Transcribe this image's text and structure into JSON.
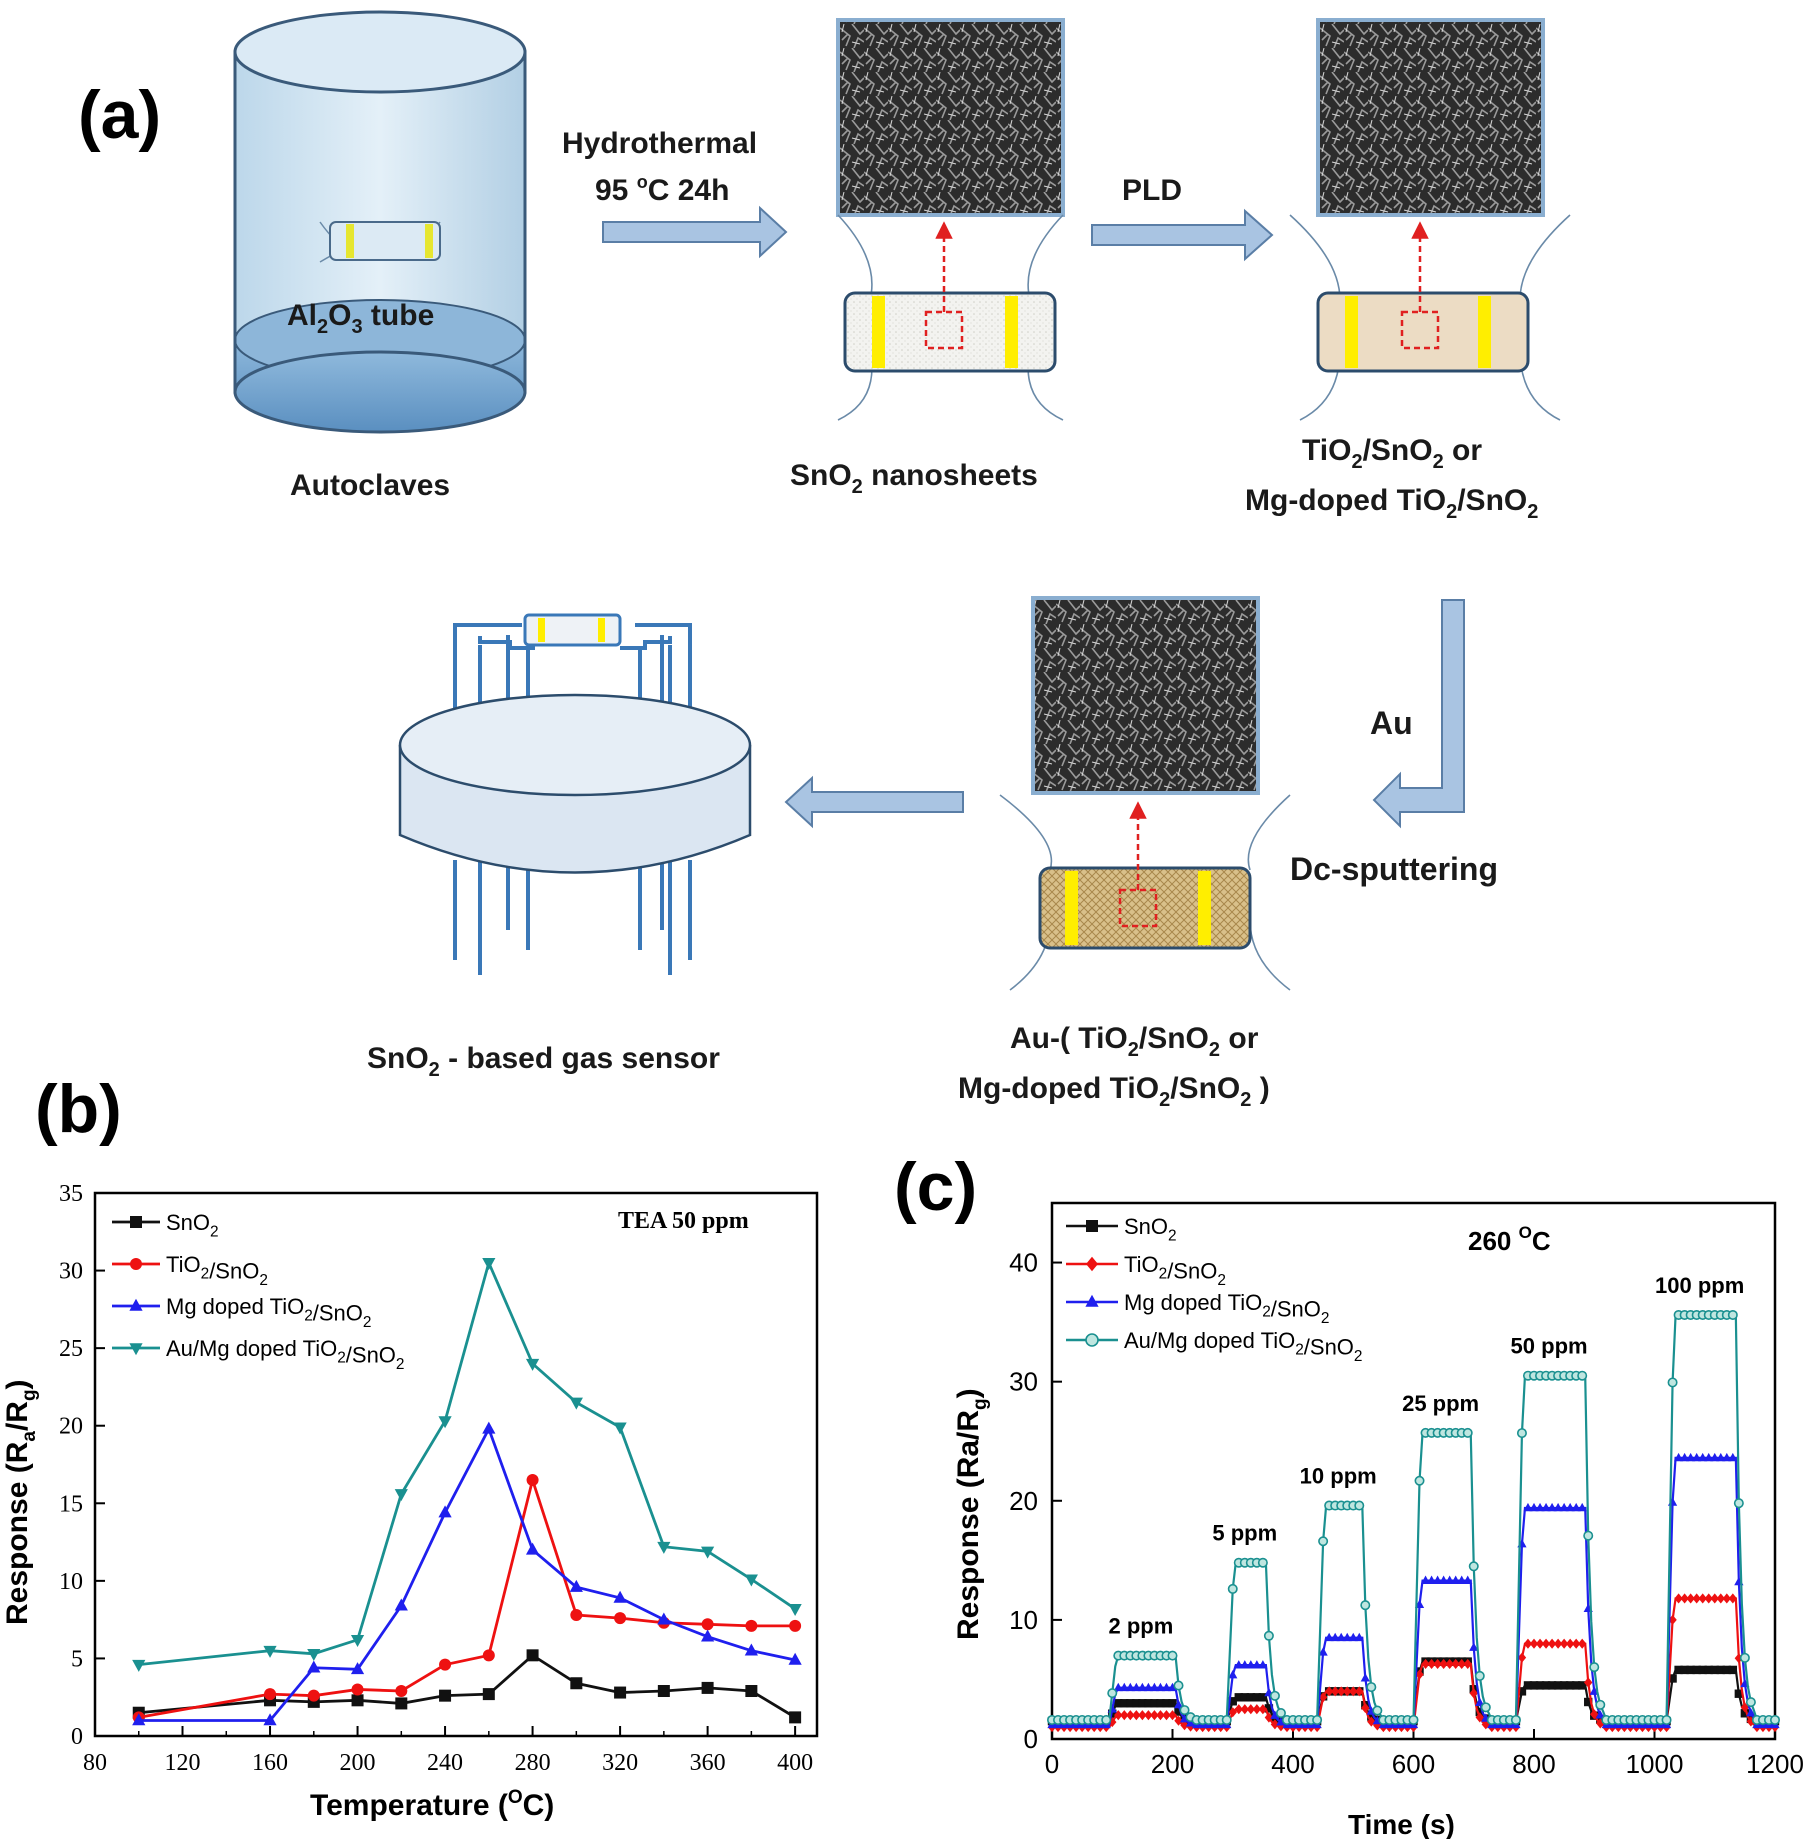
{
  "panel_a": {
    "label": "(a)",
    "autoclave_label": "Autoclaves",
    "tube_label_prefix": "Al",
    "tube_label_sub1": "2",
    "tube_label_mid": "O",
    "tube_label_sub2": "3",
    "tube_label_suffix": " tube",
    "step1_line1": "Hydrothermal",
    "step1_line2a": "95 ",
    "step1_line2_sup": "o",
    "step1_line2b": "C 24h",
    "step2": "PLD",
    "step3_top": "Au",
    "step3_bottom": "Dc-sputtering",
    "stage1": {
      "pre": "SnO",
      "sub": "2",
      "post": " nanosheets"
    },
    "stage2_line1": {
      "a": "TiO",
      "s1": "2",
      "b": "/SnO",
      "s2": "2",
      "c": "  or"
    },
    "stage2_line2": {
      "a": "Mg-doped TiO",
      "s1": "2",
      "b": "/SnO",
      "s2": "2"
    },
    "stage3_line1": {
      "a": "Au-( TiO",
      "s1": "2",
      "b": "/SnO",
      "s2": "2",
      "c": "  or"
    },
    "stage3_line2": {
      "a": "Mg-doped TiO",
      "s1": "2",
      "b": "/SnO",
      "s2": "2",
      "c": " )"
    },
    "sensor_label": {
      "pre": "SnO",
      "sub": "2",
      "post": " - based gas sensor"
    }
  },
  "chart_data": [
    {
      "panel": "(b)",
      "type": "line",
      "annotation": "TEA   50 ppm",
      "xlabel": "Temperature (°C)",
      "ylabel": "Response (Ra/Rg)",
      "xlim": [
        80,
        410
      ],
      "ylim": [
        0,
        35
      ],
      "xticks": [
        80,
        120,
        160,
        200,
        240,
        280,
        320,
        360,
        400
      ],
      "yticks": [
        0,
        5,
        10,
        15,
        20,
        25,
        30,
        35
      ],
      "legend_position": "top-left",
      "series": [
        {
          "name": "SnO2",
          "color": "#111111",
          "marker": "square",
          "x": [
            100,
            160,
            180,
            200,
            220,
            240,
            260,
            280,
            300,
            320,
            340,
            360,
            380,
            400
          ],
          "y": [
            1.5,
            2.3,
            2.2,
            2.3,
            2.1,
            2.6,
            2.7,
            5.2,
            3.4,
            2.8,
            2.9,
            3.1,
            2.9,
            1.2
          ]
        },
        {
          "name": "TiO2/SnO2",
          "color": "#ee1111",
          "marker": "circle",
          "x": [
            100,
            160,
            180,
            200,
            220,
            240,
            260,
            280,
            300,
            320,
            340,
            360,
            380,
            400
          ],
          "y": [
            1.2,
            2.7,
            2.6,
            3.0,
            2.9,
            4.6,
            5.2,
            16.5,
            7.8,
            7.6,
            7.3,
            7.2,
            7.1,
            7.1
          ]
        },
        {
          "name": "Mg doped TiO2/SnO2",
          "color": "#1f1fee",
          "marker": "triangle-up",
          "x": [
            100,
            160,
            180,
            200,
            220,
            240,
            260,
            280,
            300,
            320,
            340,
            360,
            380,
            400
          ],
          "y": [
            1.0,
            1.0,
            4.4,
            4.3,
            8.4,
            14.4,
            19.8,
            12.0,
            9.6,
            8.9,
            7.5,
            6.4,
            5.5,
            4.9
          ]
        },
        {
          "name": "Au/Mg doped TiO2/SnO2",
          "color": "#1a9090",
          "marker": "triangle-down",
          "x": [
            100,
            160,
            180,
            200,
            220,
            240,
            260,
            280,
            300,
            320,
            340,
            360,
            380,
            400
          ],
          "y": [
            4.6,
            5.5,
            5.3,
            6.2,
            15.6,
            20.3,
            30.5,
            24.0,
            21.5,
            19.9,
            12.2,
            11.9,
            10.1,
            8.2
          ]
        }
      ]
    },
    {
      "panel": "(c)",
      "type": "line",
      "annotation": "260 °C",
      "xlabel": "Time (s)",
      "ylabel": "Response (Ra/Rg)",
      "xlim": [
        0,
        1200
      ],
      "ylim": [
        0,
        45
      ],
      "xticks": [
        0,
        200,
        400,
        600,
        800,
        1000,
        1200
      ],
      "yticks": [
        0,
        10,
        20,
        30,
        40
      ],
      "legend_position": "top-left",
      "concentration_labels": [
        "2 ppm",
        "5 ppm",
        "10 ppm",
        "25 ppm",
        "50 ppm",
        "100 ppm"
      ],
      "pulses": [
        {
          "ppm": "2 ppm",
          "on": 95,
          "off": 200
        },
        {
          "ppm": "5 ppm",
          "on": 290,
          "off": 350
        },
        {
          "ppm": "10 ppm",
          "on": 440,
          "off": 510
        },
        {
          "ppm": "25 ppm",
          "on": 600,
          "off": 690
        },
        {
          "ppm": "50 ppm",
          "on": 770,
          "off": 880
        },
        {
          "ppm": "100 ppm",
          "on": 1020,
          "off": 1130
        }
      ],
      "series": [
        {
          "name": "SnO2",
          "color": "#111111",
          "marker": "square",
          "baseline": 1.5,
          "plateaus": [
            3.0,
            3.5,
            4.0,
            6.5,
            4.5,
            5.8
          ]
        },
        {
          "name": "TiO2/SnO2",
          "color": "#ee1111",
          "marker": "diamond",
          "baseline": 1.0,
          "plateaus": [
            2.0,
            2.5,
            4.0,
            6.3,
            8.0,
            11.8
          ]
        },
        {
          "name": "Mg doped TiO2/SnO2",
          "color": "#1f1fee",
          "marker": "triangle-up",
          "baseline": 1.2,
          "plateaus": [
            4.3,
            6.2,
            8.5,
            13.3,
            19.4,
            23.6
          ]
        },
        {
          "name": "Au/Mg doped TiO2/SnO2",
          "color": "#1a9090",
          "marker": "circle-open",
          "baseline": 1.6,
          "plateaus": [
            7.0,
            14.8,
            19.6,
            25.7,
            30.5,
            35.6
          ]
        }
      ]
    }
  ]
}
